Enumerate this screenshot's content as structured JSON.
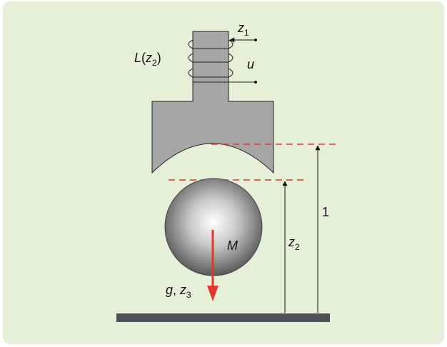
{
  "labels": {
    "inductance": "L",
    "inductance_arg": "z",
    "inductance_arg_sub": "2",
    "coil_current": "z",
    "coil_current_sub": "1",
    "voltage": "u",
    "mass": "M",
    "gravity": "g",
    "gravity_sep": ", ",
    "ball_velocity": "z",
    "ball_velocity_sub": "3",
    "ball_position": "z",
    "ball_position_sub": "2",
    "reference_distance": "1"
  },
  "colors": {
    "background": "#e5f0d9",
    "magnet": "#a6a6a6",
    "dashed": "#e0362c",
    "force_arrow": "#e0362c",
    "floor": "#4d5257"
  }
}
